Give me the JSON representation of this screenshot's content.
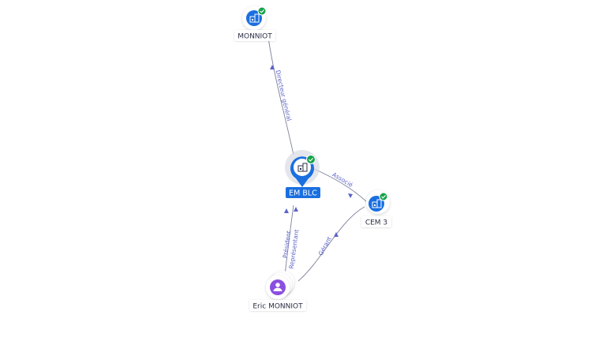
{
  "nodes": {
    "monniot": {
      "label": "MONNIOT",
      "icon": "company-icon",
      "verified": true
    },
    "em_blc": {
      "label": "EM BLC",
      "icon": "company-icon",
      "verified": true,
      "selected": true
    },
    "cem3": {
      "label": "CEM 3",
      "icon": "company-icon",
      "verified": true
    },
    "eric": {
      "label": "Eric MONNIOT",
      "icon": "person-icon"
    }
  },
  "edges": {
    "monniot_em": {
      "label": "Directeur général"
    },
    "em_cem3": {
      "label": "Associé"
    },
    "eric_em_1": {
      "label": "Président"
    },
    "eric_em_2": {
      "label": "Représentant"
    },
    "eric_cem3": {
      "label": "Gérant"
    }
  },
  "colors": {
    "company": "#1a6fe0",
    "person": "#8a4fe0",
    "verified": "#17a34a",
    "edge": "#7b7f98",
    "edge_label": "#5a63c8"
  }
}
